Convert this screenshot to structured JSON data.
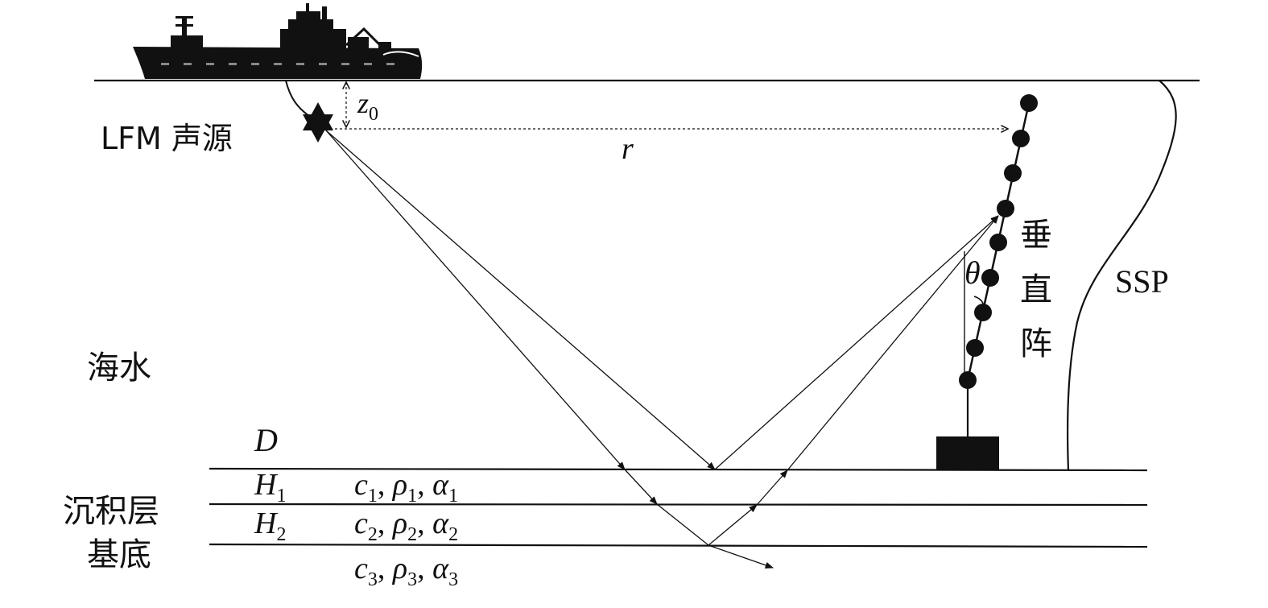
{
  "labels": {
    "source": "LFM 声源",
    "source_depth_var": "z",
    "source_depth_sub": "0",
    "range_var": "r",
    "array": [
      "垂",
      "直",
      "阵"
    ],
    "tilt_angle": "θ",
    "ssp": "SSP",
    "seawater": "海水",
    "water_depth": "D",
    "sediment": "沉积层",
    "basement": "基底",
    "h1_var": "H",
    "h1_sub": "1",
    "h2_var": "H",
    "h2_sub": "2"
  },
  "layers": [
    {
      "c": "c",
      "c_sub": "1",
      "rho": "ρ",
      "rho_sub": "1",
      "alpha": "α",
      "alpha_sub": "1",
      "sep": ", "
    },
    {
      "c": "c",
      "c_sub": "2",
      "rho": "ρ",
      "rho_sub": "2",
      "alpha": "α",
      "alpha_sub": "2",
      "sep": ", "
    },
    {
      "c": "c",
      "c_sub": "3",
      "rho": "ρ",
      "rho_sub": "3",
      "alpha": "α",
      "alpha_sub": "3",
      "sep": ", "
    }
  ],
  "icons": {
    "ship": "ship-icon",
    "source": "star-of-david-icon",
    "hydrophone": "filled-circle-icon",
    "anchor": "anchor-weight-icon"
  },
  "colors": {
    "ink": "#111111",
    "background": "#ffffff"
  }
}
